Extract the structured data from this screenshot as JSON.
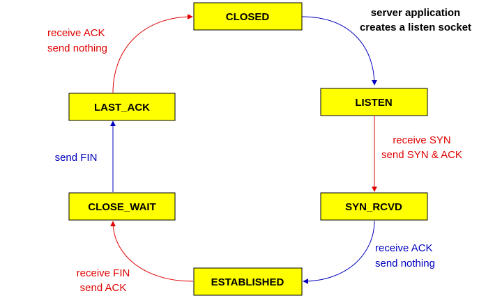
{
  "colors": {
    "state_fill": "#ffff00",
    "state_border": "#000000",
    "red": "#e00000",
    "blue": "#0000c0"
  },
  "states": {
    "closed": "CLOSED",
    "listen": "LISTEN",
    "syn_rcvd": "SYN_RCVD",
    "established": "ESTABLISHED",
    "close_wait": "CLOSE_WAIT",
    "last_ack": "LAST_ACK"
  },
  "note": {
    "line1": "server application",
    "line2": "creates a listen socket"
  },
  "edges": {
    "listen_to_syn_rcvd": {
      "line1": "receive SYN",
      "line2": "send SYN & ACK"
    },
    "syn_rcvd_to_established": {
      "line1": "receive  ACK",
      "line2": "send nothing"
    },
    "established_to_close_wait": {
      "line1": "receive FIN",
      "line2": "send ACK"
    },
    "close_wait_to_last_ack": {
      "line1": "send FIN"
    },
    "last_ack_to_closed": {
      "line1": "receive  ACK",
      "line2": "send nothing"
    }
  }
}
